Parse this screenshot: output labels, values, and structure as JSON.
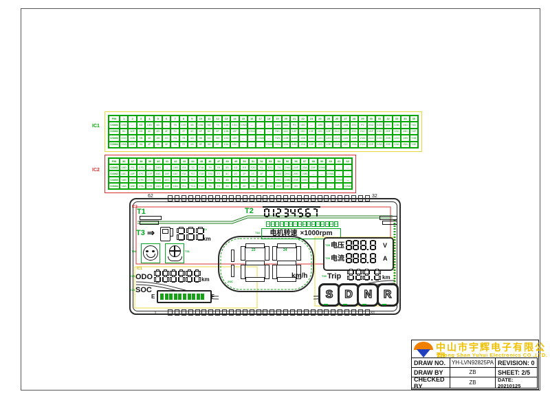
{
  "colors": {
    "table_green": "#00a800",
    "annot_green": "#00a820",
    "ic1_yellow": "#e8d840",
    "ic2_red": "#d83030",
    "line_dark": "#2a2a2a",
    "brand_yellow": "#f0c000",
    "logo_orange": "#f08000",
    "logo_blue": "#2040c0"
  },
  "ic1_table": {
    "label": "IC1",
    "header": [
      "PIN",
      "1",
      "2",
      "3",
      "4",
      "5",
      "6",
      "7",
      "8",
      "9",
      "10",
      "11",
      "12",
      "13",
      "14",
      "15",
      "16",
      "17",
      "18",
      "19",
      "20",
      "21",
      "22",
      "23",
      "24",
      "25",
      "26",
      "27",
      "28",
      "29",
      "30",
      "31",
      "32",
      "33",
      "34",
      "35"
    ],
    "rows": [
      {
        "name": "COM1",
        "cells": [
          "10D",
          "—",
          "8D",
          "13D",
          "4D",
          "—",
          "7B",
          "13S",
          "4B",
          "13A",
          "5D",
          "7S",
          "13B",
          "13G",
          "COM1",
          "—",
          "—",
          "—",
          "13B",
          "14D",
          "P5",
          "15D",
          "—",
          "12B",
          "—",
          "11B",
          "13B",
          "20D",
          "P2",
          "21D",
          "13S",
          "20C",
          "13B",
          "19D",
          "74D"
        ]
      },
      {
        "name": "COM2",
        "cells": [
          "9C",
          "10F",
          "9D",
          "4C",
          "4G",
          "4F",
          "7C",
          "7F",
          "4C",
          "5F",
          "5C",
          "5F",
          "13B",
          "13F",
          "—",
          "COM2",
          "—",
          "—",
          "74C",
          "14C",
          "14F",
          "15C",
          "13F",
          "12C",
          "13F",
          "11C",
          "11F",
          "20C",
          "21C",
          "21F",
          "13C",
          "20F",
          "13C",
          "19C",
          "74F"
        ]
      },
      {
        "name": "COM3",
        "cells": [
          "10G",
          "10B",
          "9B",
          "4E",
          "4B",
          "4G",
          "7G",
          "7B",
          "4G",
          "5B",
          "5G",
          "5B",
          "13D",
          "13E",
          "—",
          "—",
          "COM3",
          "—",
          "74B",
          "14B",
          "14G",
          "15B",
          "13G",
          "12G",
          "13G",
          "11G",
          "11B",
          "20B",
          "21B",
          "21G",
          "13G",
          "20B",
          "13G",
          "19B",
          "74B"
        ]
      },
      {
        "name": "COM4",
        "cells": [
          "10A",
          "10E",
          "9A",
          "4F",
          "4A",
          "4E",
          "7A",
          "7E",
          "4A",
          "5E",
          "5A",
          "5E",
          "13A",
          "13C",
          "—",
          "—",
          "—",
          "COM4",
          "74A",
          "14A",
          "14E",
          "15A",
          "13E",
          "12A",
          "13E",
          "11A",
          "11E",
          "20A",
          "21A",
          "21E",
          "13A",
          "20E",
          "13A",
          "19A",
          "74E"
        ]
      }
    ]
  },
  "ic2_table": {
    "label": "IC2",
    "header": [
      "PIN",
      "36",
      "37",
      "38",
      "39",
      "40",
      "41",
      "42",
      "43",
      "44",
      "45",
      "46",
      "47",
      "48",
      "49",
      "50",
      "51",
      "52",
      "53",
      "54",
      "55",
      "56",
      "57",
      "58",
      "59",
      "60",
      "61",
      "62"
    ],
    "rows": [
      {
        "name": "COM1",
        "cells": [
          "18D",
          "P1",
          "17D",
          "—",
          "16D",
          "—",
          "15B",
          "E4",
          "T2",
          "T16",
          "T9",
          "T8",
          "3D",
          "1D",
          "E9",
          "T20",
          "S1",
          "E21",
          "T4",
          "24A",
          "24F",
          "23A",
          "23F",
          "COM1",
          "—",
          "—",
          "—"
        ]
      },
      {
        "name": "COM2",
        "cells": [
          "18C",
          "18F",
          "17C",
          "17F",
          "16C",
          "16F",
          "15C",
          "E8",
          "T17",
          "T15",
          "T10",
          "T7",
          "3C",
          "2C",
          "2F",
          "1C",
          "1F",
          "—",
          "24D",
          "24G",
          "23D",
          "23B",
          "—",
          "—",
          "COM2",
          "—",
          "—"
        ]
      },
      {
        "name": "COM3",
        "cells": [
          "18B",
          "18G",
          "17B",
          "17G",
          "16B",
          "16G",
          "15D",
          "E6",
          "T12",
          "T14",
          "T11",
          "T6",
          "3B",
          "2B",
          "2G",
          "1B",
          "1G",
          "—",
          "24C",
          "24B",
          "23E",
          "23G",
          "—",
          "—",
          "—",
          "COM3",
          "—"
        ]
      },
      {
        "name": "COM4",
        "cells": [
          "18A",
          "18E",
          "17A",
          "17E",
          "16A",
          "16E",
          "15A",
          "E1",
          "T13",
          "T12",
          "T5",
          "T3",
          "3A",
          "2A",
          "2E",
          "1A",
          "1E",
          "T19",
          "24E",
          "23C",
          "2D",
          "—",
          "—",
          "—",
          "—",
          "—",
          "COM4"
        ]
      }
    ]
  },
  "lcd": {
    "pin_top_left": "62",
    "pin_top_right": "32",
    "pin_bottom_left": "1",
    "pin_bottom_right": "31",
    "ic2_tag": "IC2",
    "ic1_tag": "IC1",
    "t1": "T1",
    "t2": "T2",
    "t3": "T3",
    "t4": "T4",
    "gear_digits": "01234567",
    "seg_boxes": [
      "T8",
      "T9",
      "T7",
      "T9",
      "T6",
      "T10",
      "T5",
      "T11",
      "E1",
      "T12",
      "E2",
      "T13",
      "E3",
      "T14",
      "E5",
      "T15"
    ],
    "motor_label": "电机转速",
    "motor_unit": "×1000rpm",
    "motor_tag": "T16",
    "fuel_value": "888",
    "fuel_unit": "km",
    "face_tag": "T30",
    "eco_tag": "T31",
    "speed_lead": "1",
    "speed_value": "88",
    "speed_unit": "km/h",
    "speed_tag": "2SC",
    "d23": "23",
    "d24": "24",
    "volt_label": "电压",
    "volt_value": "888.8",
    "volt_unit": "V",
    "volt_tag": "T28",
    "curr_label": "电流",
    "curr_value": "888.8",
    "curr_unit": "A",
    "curr_tag": "T29",
    "odo_label": "ODO",
    "odo_value": "888888",
    "odo_unit": "km",
    "odo_tag": "T25",
    "trip_label": "Trip",
    "trip_value": "888.8",
    "trip_unit": "km",
    "trip_tag": "T26",
    "soc_label": "SOC",
    "soc_tag": "T24",
    "soc_e": "E",
    "soc_f": "F",
    "soc_cells": 10,
    "gear_buttons": [
      "S",
      "D",
      "N",
      "R"
    ]
  },
  "title_block": {
    "company_cn": "中山市宇辉电子有限公司",
    "company_en": "Zhong Shan Yuhui Electronics CO.,LTD.",
    "rows": [
      [
        "DRAW NO.",
        "YH-LVN92825PA",
        "REVISION:  0"
      ],
      [
        "DRAW BY",
        "ZB",
        "SHEET: 2/5"
      ],
      [
        "CHECKED BY",
        "ZB",
        "DATE: 20210125"
      ]
    ]
  }
}
